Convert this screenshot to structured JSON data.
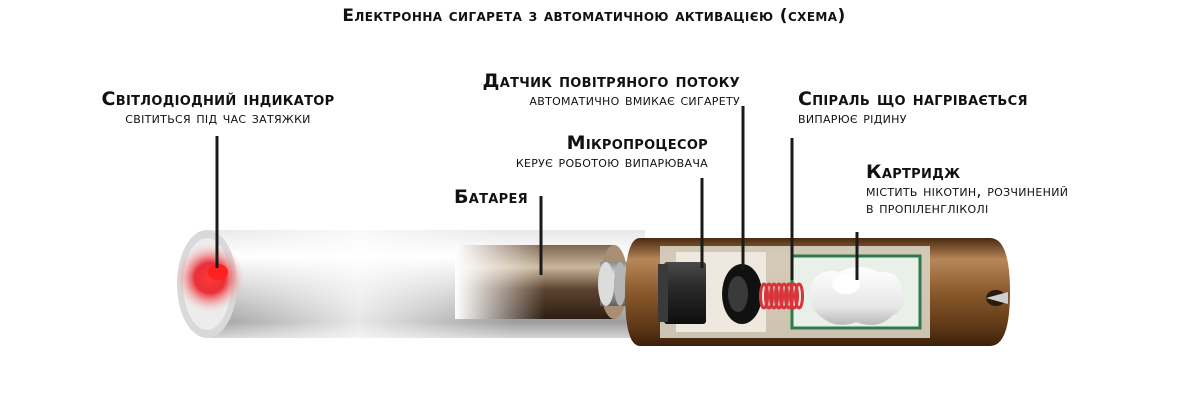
{
  "title": "Електронна сигарета з автоматичною активацією (схема)",
  "labels": {
    "led": {
      "title": "Світлодіодний індикатор",
      "sub": "світиться під час затяжки"
    },
    "sensor": {
      "title": "Датчик повітряного потоку",
      "sub": "автоматично вмикає сигарету"
    },
    "cpu": {
      "title": "Мікропроцесор",
      "sub": "керує роботою випарювача"
    },
    "battery": {
      "title": "Батарея"
    },
    "coil": {
      "title": "Спіраль що нагрівається",
      "sub": "випарює рідину"
    },
    "cartridge": {
      "title": "Картридж",
      "sub1": "містить нікотин, розчинений",
      "sub2": "в пропіленгліколі"
    }
  },
  "colors": {
    "led_glow": "#e8101a",
    "brown_body": "#7a4a1f",
    "coil": "#d8343a",
    "leader": "#1a1a1a"
  }
}
